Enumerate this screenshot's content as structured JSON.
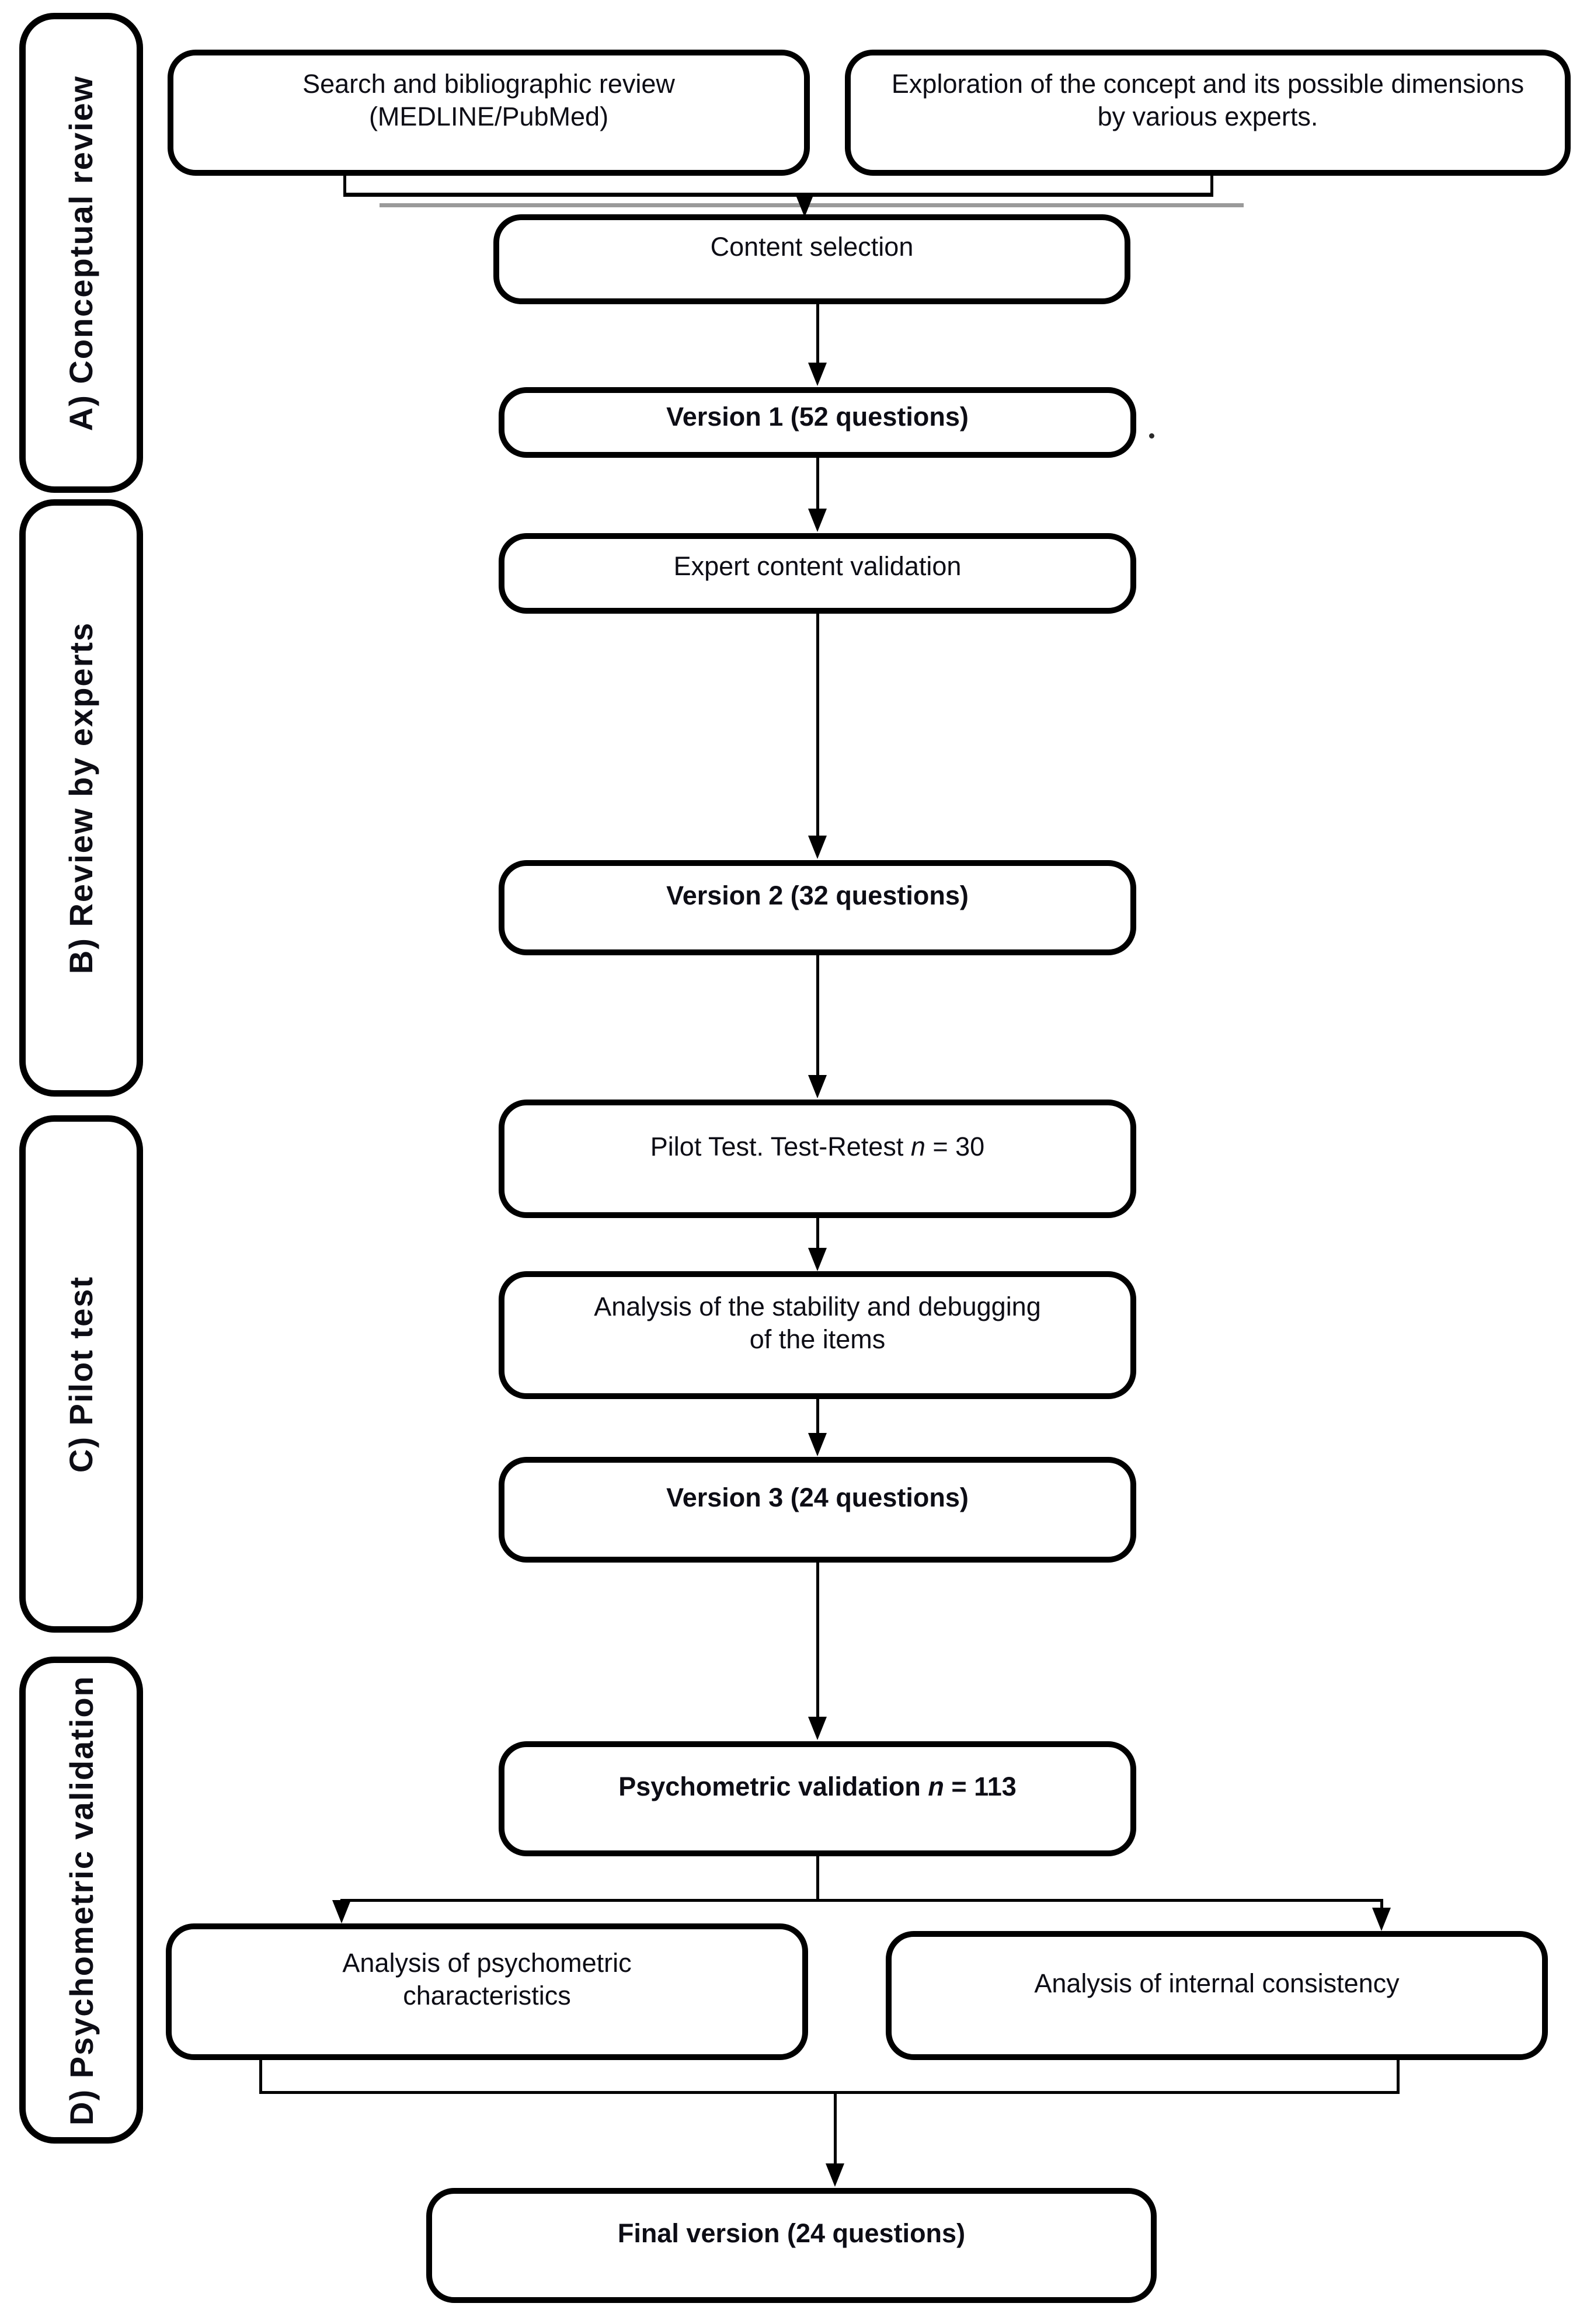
{
  "colors": {
    "box_border": "#000000",
    "box_fill": "#ffffff",
    "text": "#0d0d15",
    "connector": "#000000",
    "connector_shadow": "#9a9a9a",
    "page_background": "#ffffff"
  },
  "sidebar": {
    "sections": [
      {
        "label": "A) Conceptual review"
      },
      {
        "label": "B) Review by experts"
      },
      {
        "label": "C) Pilot test"
      },
      {
        "label": "D) Psychometric validation"
      }
    ]
  },
  "flow": {
    "search": {
      "label": "Search and bibliographic review (MEDLINE/PubMed)"
    },
    "exploration": {
      "label": "Exploration of the concept and its possible dimensions by various experts."
    },
    "content_selection": {
      "label": "Content selection"
    },
    "version1": {
      "label": "Version 1 (52 questions)"
    },
    "expert_validation": {
      "label": "Expert content validation"
    },
    "version2": {
      "label": "Version 2 (32 questions)"
    },
    "pilot": {
      "pre": "Pilot Test. Test-Retest ",
      "var": "n",
      "post": " = 30"
    },
    "stability": {
      "label": "Analysis of the stability and debugging of the items"
    },
    "version3": {
      "label": "Version 3 (24 questions)"
    },
    "psychometric": {
      "pre": "Psychometric validation ",
      "var": "n",
      "post": " = 113"
    },
    "psychometric_characteristics": {
      "label": "Analysis of psychometric characteristics"
    },
    "internal_consistency": {
      "label": "Analysis of internal consistency"
    },
    "final_version": {
      "label": "Final version (24 questions)"
    },
    "stray_mark": "."
  }
}
